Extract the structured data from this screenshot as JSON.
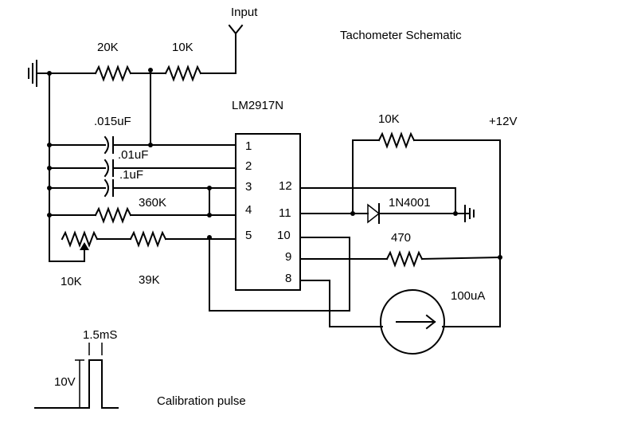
{
  "title": "Tachometer Schematic",
  "input_label": "Input",
  "ic_label": "LM2917N",
  "supply_label": "+12V",
  "pins": {
    "p1": "1",
    "p2": "2",
    "p3": "3",
    "p4": "4",
    "p5": "5",
    "p8": "8",
    "p9": "9",
    "p10": "10",
    "p11": "11",
    "p12": "12"
  },
  "components": {
    "r_20k": "20K",
    "r_10k_input": "10K",
    "c_015uf": ".015uF",
    "c_01uf": ".01uF",
    "c_1uf": ".1uF",
    "r_360k": "360K",
    "pot_10k": "10K",
    "r_39k": "39K",
    "r_10k_supply": "10K",
    "diode": "1N4001",
    "r_470": "470",
    "meter": "100uA"
  },
  "calibration": {
    "label": "Calibration pulse",
    "width_label": "1.5mS",
    "amplitude_label": "10V"
  }
}
